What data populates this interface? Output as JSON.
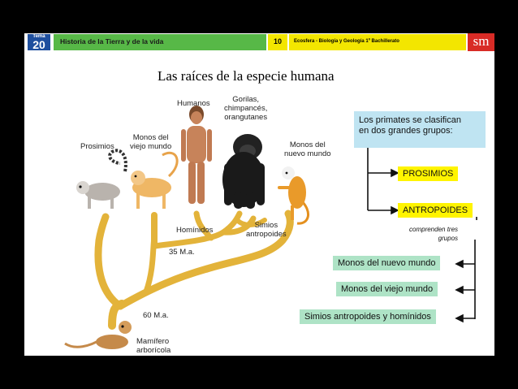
{
  "header": {
    "tema_label": "Tema",
    "tema_number": "20",
    "title": "Historia de la Tierra y de la vida",
    "page_number": "10",
    "book": "Ecosfera - Biología y Geología 1º Bachillerato",
    "logo": "sm"
  },
  "diagram": {
    "title": "Las raíces de la especie humana",
    "labels": {
      "prosimios": "Prosimios",
      "monos_viejo": [
        "Monos del",
        "viejo mundo"
      ],
      "humanos": "Humanos",
      "gorilas": [
        "Gorilas,",
        "chimpancés,",
        "orangutanes"
      ],
      "monos_nuevo": [
        "Monos del",
        "nuevo mundo"
      ],
      "hominidos": "Homínidos",
      "simios": [
        "Simios",
        "antropoides"
      ],
      "ma35": "35 M.a.",
      "ma60": "60 M.a.",
      "mamifero": [
        "Mamífero",
        "arborícola"
      ]
    },
    "classification": {
      "intro": [
        "Los primates se clasifican",
        "en dos grandes grupos:"
      ],
      "group_a": "PROSIMIOS",
      "group_b": "ANTROPOIDES",
      "note": [
        "comprenden tres",
        "grupos"
      ],
      "subgroups": [
        "Monos del nuevo mundo",
        "Monos del viejo mundo",
        "Simios antropoides y homínidos"
      ]
    }
  },
  "colors": {
    "background": "#000000",
    "tema_blue": "#1f4f9e",
    "title_green": "#57b847",
    "header_yellow": "#f3e600",
    "logo_red": "#d82b26",
    "branch_gold": "#e3b33a",
    "box_blue": "#bfe4f2",
    "box_yellow": "#fff400",
    "box_green": "#aee3c6"
  }
}
